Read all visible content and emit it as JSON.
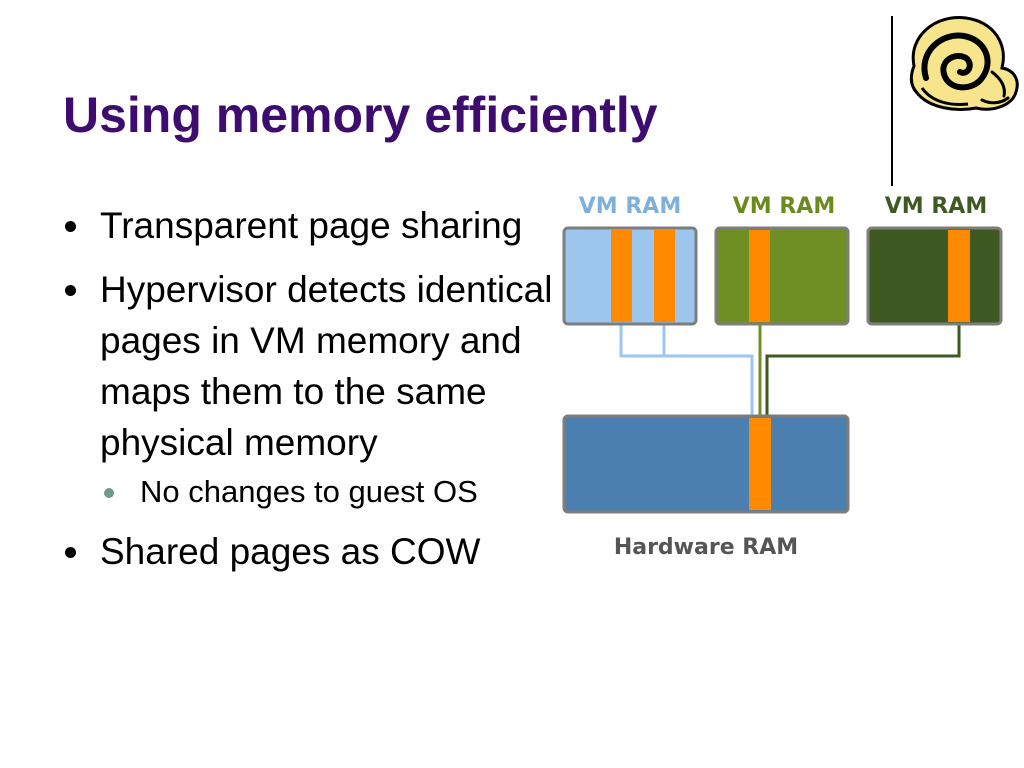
{
  "slide": {
    "title": "Using memory efficiently",
    "bullets": [
      {
        "text": "Transparent page sharing",
        "sub": []
      },
      {
        "text": "Hypervisor detects identical pages in VM memory and maps them to the same physical memory",
        "sub": [
          "No changes to guest OS"
        ]
      },
      {
        "text": "Shared pages as COW",
        "sub": []
      }
    ]
  },
  "diagram": {
    "vm_labels": [
      "VM RAM",
      "VM RAM",
      "VM RAM"
    ],
    "hardware_label": "Hardware RAM",
    "colors": {
      "vm1": "#9dc6ef",
      "vm1_label": "#7fb0dc",
      "vm2": "#6f8f24",
      "vm2_label": "#6a8a1e",
      "vm3": "#3e5a22",
      "vm3_label": "#3e5a22",
      "hardware": "#4a7faf",
      "shared_page": "#ff8a00",
      "hardware_label": "#555555",
      "title": "#3d0c6e"
    }
  },
  "icons": {
    "logo": "spiral-snail-icon"
  }
}
